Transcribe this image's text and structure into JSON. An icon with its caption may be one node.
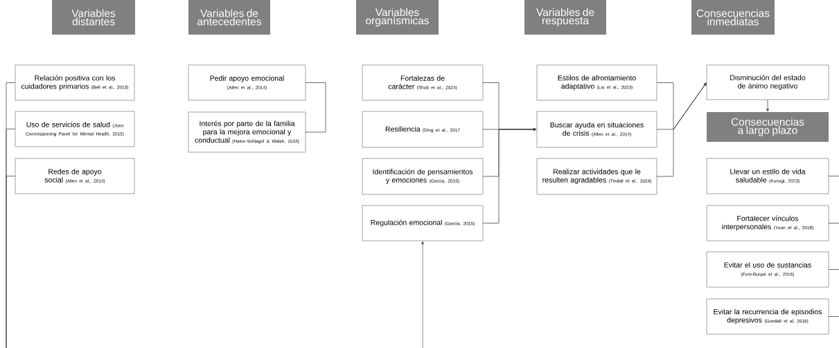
{
  "diagram": {
    "nodes": [
      {
        "text": [
          "Variables distantes"
        ]
      },
      {
        "text": [
          "Variables de antecedentes"
        ]
      },
      {
        "text": [
          "Variables organísmicas"
        ]
      },
      {
        "text": [
          "Variables de respuesta"
        ]
      },
      {
        "text": [
          "Consecuencias inmediatas"
        ]
      },
      {
        "text": [
          "Relación positiva con los cuidadores primarios",
          "(Bell et al., 2013)"
        ]
      },
      {
        "text": [
          "Uso de servicios de salud",
          "(Joint Commissioning Panel for Mental Health, 2015)"
        ]
      },
      {
        "text": [
          "Redes de apoyo social",
          "(Allen et al., 2014)"
        ]
      },
      {
        "text": [
          "Pedir apoyo emocional",
          "(Allen et al., 2014)"
        ]
      },
      {
        "text": [
          "Interés por parte de la familia para la mejora emocional y conductual",
          "(Haine-Schlagel & Walsh, 2015)"
        ]
      },
      {
        "text": [
          "Fortalezas de carácter",
          "(Shub et al., 2024)"
        ]
      },
      {
        "text": [
          "Resiliencia",
          "(Ding et al., 2017"
        ]
      },
      {
        "text": [
          "Identificación de pensamientos y emociones",
          "(García, 2015)"
        ]
      },
      {
        "text": [
          "Regulación emocional",
          "(García, 2015)"
        ]
      },
      {
        "text": [
          "Estilos de afrontamiento adaptativo",
          "(Liu et al., 2023)"
        ]
      },
      {
        "text": [
          "Buscar ayuda en situaciones de crisis",
          "(Allen et al., 2014)"
        ]
      },
      {
        "text": [
          "Realizar actividades que le resulten agradables",
          "(Tindall et al., 2024)"
        ]
      },
      {
        "text": [
          "Disminución del estado de ánimo negativo"
        ]
      },
      {
        "text": [
          "Consecuencias a largo plazo"
        ]
      },
      {
        "text": [
          "Llevar un estilo de vida saludable",
          "(Kunugi, 2023)"
        ]
      },
      {
        "text": [
          "Fortalecer vínculos interpersonales",
          "(Yuan et al., 2018)"
        ]
      },
      {
        "text": [
          "Evitar el uso de sustancias",
          "(Forti-Buratti et al., 2016)"
        ]
      },
      {
        "text": [
          "Evitar la recurrencia de episodios depresivos",
          "(Goodall et al, 2018)"
        ]
      }
    ],
    "edges": [
      {
        "from": 5,
        "to": null,
        "arrow": "none"
      },
      {
        "from": 6,
        "to": null,
        "arrow": "none"
      },
      {
        "from": 7,
        "to": null,
        "arrow": "none"
      },
      {
        "from": null,
        "to": 13,
        "arrow": "to"
      },
      {
        "from": 8,
        "to": 9,
        "arrow": "none"
      },
      {
        "from": 10,
        "to": 15,
        "arrow": "to"
      },
      {
        "from": 11,
        "to": 15,
        "arrow": "to"
      },
      {
        "from": 12,
        "to": 15,
        "arrow": "to"
      },
      {
        "from": 13,
        "to": 15,
        "arrow": "to"
      },
      {
        "from": 14,
        "to": 17,
        "arrow": "to"
      },
      {
        "from": 15,
        "to": 17,
        "arrow": "to"
      },
      {
        "from": 16,
        "to": 17,
        "arrow": "to"
      },
      {
        "from": 17,
        "to": 18,
        "arrow": "to"
      },
      {
        "from": 19,
        "to": null,
        "arrow": "none"
      },
      {
        "from": 20,
        "to": null,
        "arrow": "none"
      },
      {
        "from": 21,
        "to": null,
        "arrow": "none"
      },
      {
        "from": 22,
        "to": null,
        "arrow": "none"
      }
    ]
  }
}
